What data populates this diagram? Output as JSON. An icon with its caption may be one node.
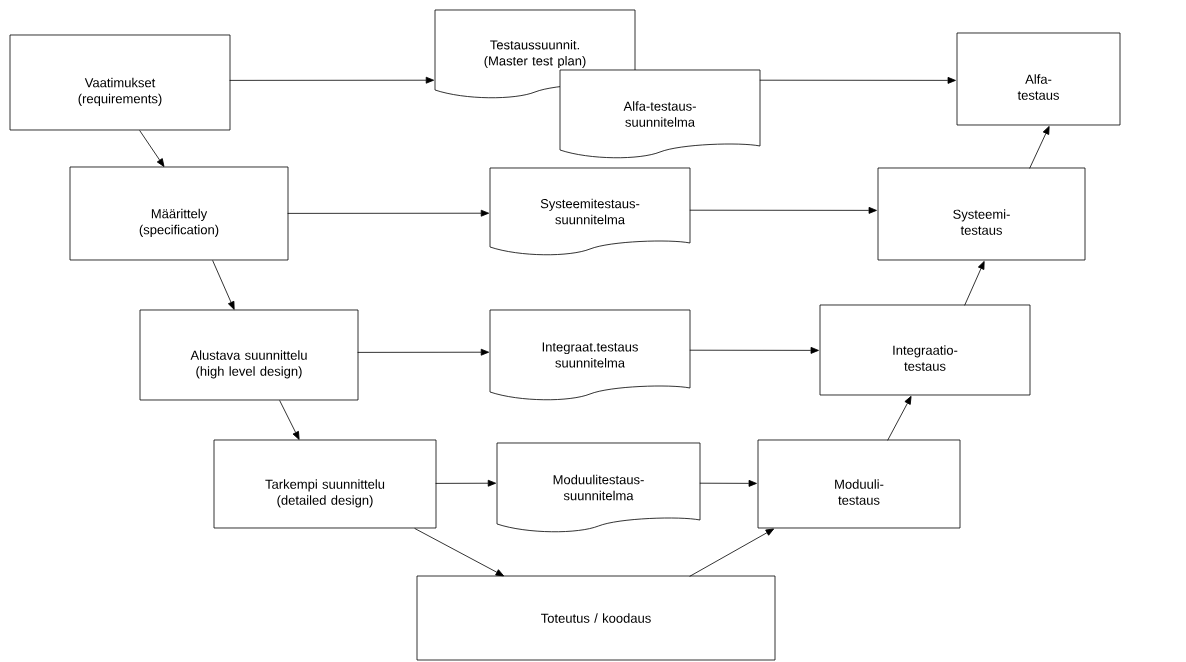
{
  "diagram": {
    "nodes": [
      {
        "text": [
          "Vaatimukset (requirements)"
        ]
      },
      {
        "text": [
          "Testaussuunnit. (Master test plan)"
        ]
      },
      {
        "text": [
          "Alfa-testaus- suunnitelma"
        ]
      },
      {
        "text": [
          "Alfa- testaus"
        ]
      },
      {
        "text": [
          "Määrittely (specification)"
        ]
      },
      {
        "text": [
          "Systeemitestaus- suunnitelma"
        ]
      },
      {
        "text": [
          "Systeemi- testaus"
        ]
      },
      {
        "text": [
          "Alustava suunnittelu (high level design)"
        ]
      },
      {
        "text": [
          "Integraat.testaus suunnitelma"
        ]
      },
      {
        "text": [
          "Integraatio- testaus"
        ]
      },
      {
        "text": [
          "Tarkempi suunnittelu (detailed design)"
        ]
      },
      {
        "text": [
          "Moduulitestaus- suunnitelma"
        ]
      },
      {
        "text": [
          "Moduuli- testaus"
        ]
      },
      {
        "text": [
          "Toteutus / koodaus"
        ]
      }
    ],
    "edges": [
      {
        "from": 0,
        "to": 1,
        "arrow": "to"
      },
      {
        "from": 2,
        "to": 3,
        "arrow": "to"
      },
      {
        "from": 0,
        "to": 4,
        "arrow": "to"
      },
      {
        "from": 4,
        "to": 5,
        "arrow": "to"
      },
      {
        "from": 5,
        "to": 6,
        "arrow": "to"
      },
      {
        "from": 4,
        "to": 7,
        "arrow": "to"
      },
      {
        "from": 7,
        "to": 8,
        "arrow": "to"
      },
      {
        "from": 8,
        "to": 9,
        "arrow": "to"
      },
      {
        "from": 7,
        "to": 10,
        "arrow": "to"
      },
      {
        "from": 10,
        "to": 11,
        "arrow": "to"
      },
      {
        "from": 11,
        "to": 12,
        "arrow": "to"
      },
      {
        "from": 10,
        "to": 13,
        "arrow": "to"
      },
      {
        "from": 13,
        "to": 12,
        "arrow": "to"
      },
      {
        "from": 12,
        "to": 9,
        "arrow": "to"
      },
      {
        "from": 9,
        "to": 6,
        "arrow": "to"
      },
      {
        "from": 6,
        "to": 3,
        "arrow": "to"
      }
    ]
  }
}
